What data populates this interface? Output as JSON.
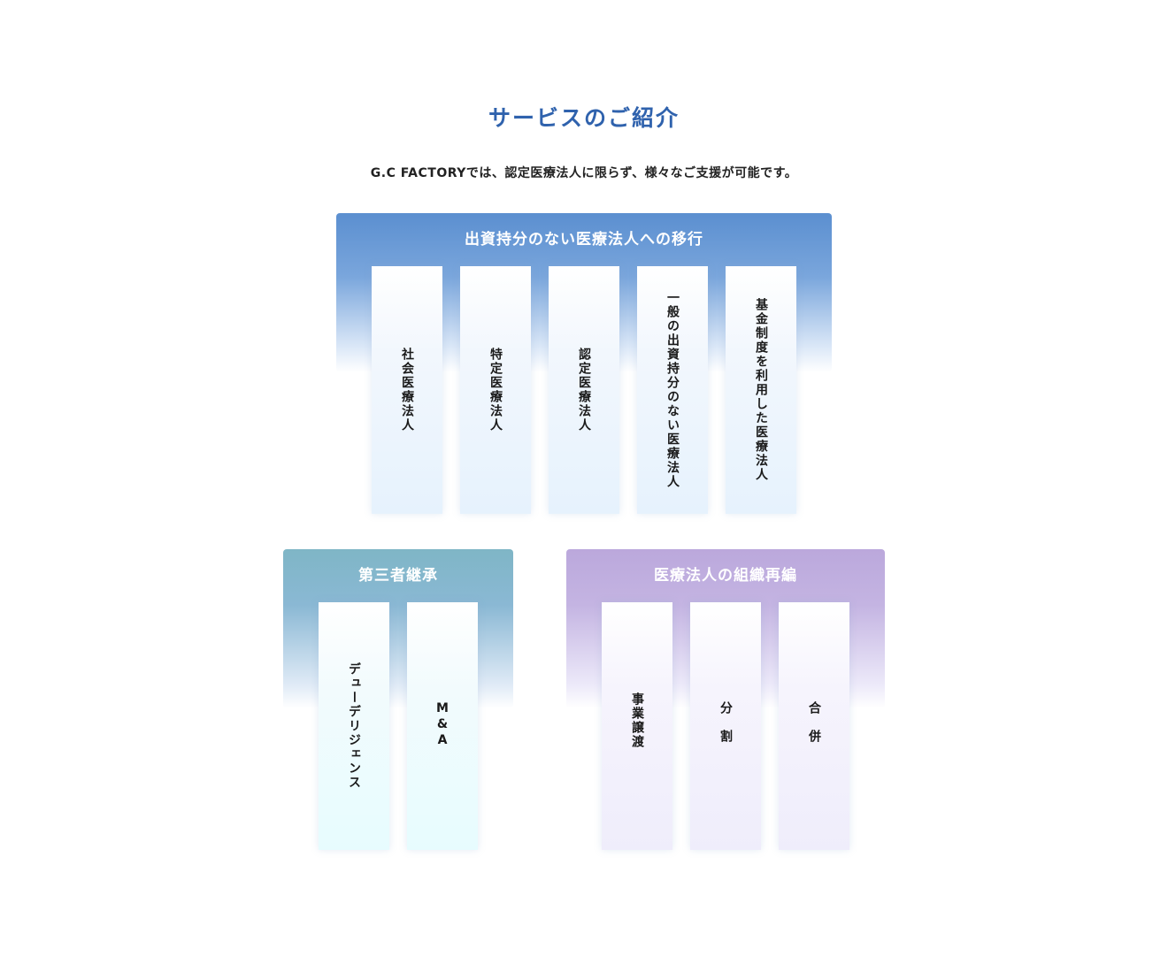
{
  "page": {
    "title": "サービスのご紹介",
    "subtitle": "G.C FACTORYでは、認定医療法人に限らず、様々なご支援が可能です。"
  },
  "groups": [
    {
      "title": "出資持分のない医療法人への移行",
      "color": "#5b8fd0",
      "items": [
        "社会医療法人",
        "特定医療法人",
        "認定医療法人",
        "一般の出資持分のない医療法人",
        "基金制度を利用した医療法人"
      ]
    },
    {
      "title": "第三者継承",
      "color": "#7fb6c6",
      "items": [
        "デューデリジェンス",
        "M&A"
      ]
    },
    {
      "title": "医療法人の組織再編",
      "color": "#bba8dc",
      "items": [
        "事業譲渡",
        "分割",
        "合併"
      ]
    }
  ]
}
